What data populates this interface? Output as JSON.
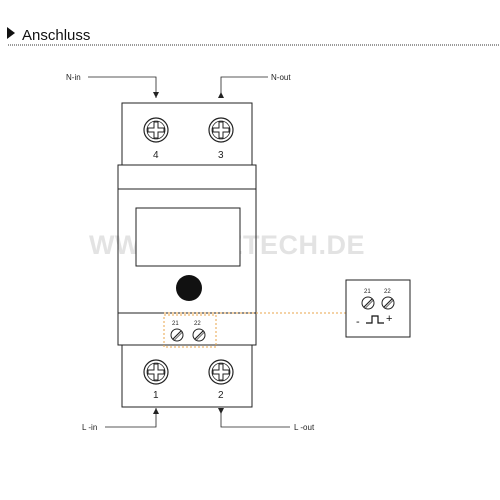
{
  "header": {
    "title": "Anschluss"
  },
  "watermark": "WWW.BG-ETECH.DE",
  "wires": {
    "n_in": "N-in",
    "n_out": "N-out",
    "l_in": "L -in",
    "l_out": "L -out"
  },
  "terminals": {
    "top_left": "4",
    "top_right": "3",
    "bottom_left": "1",
    "bottom_right": "2",
    "aux_left": "21",
    "aux_right": "22"
  },
  "pulse_output": {
    "left_num": "21",
    "right_num": "22",
    "minus": "-",
    "plus": "+"
  },
  "colors": {
    "line": "#222222",
    "accent_dotted": "#e8a54b",
    "knob": "#111111",
    "watermark": "#e3e3e3"
  }
}
